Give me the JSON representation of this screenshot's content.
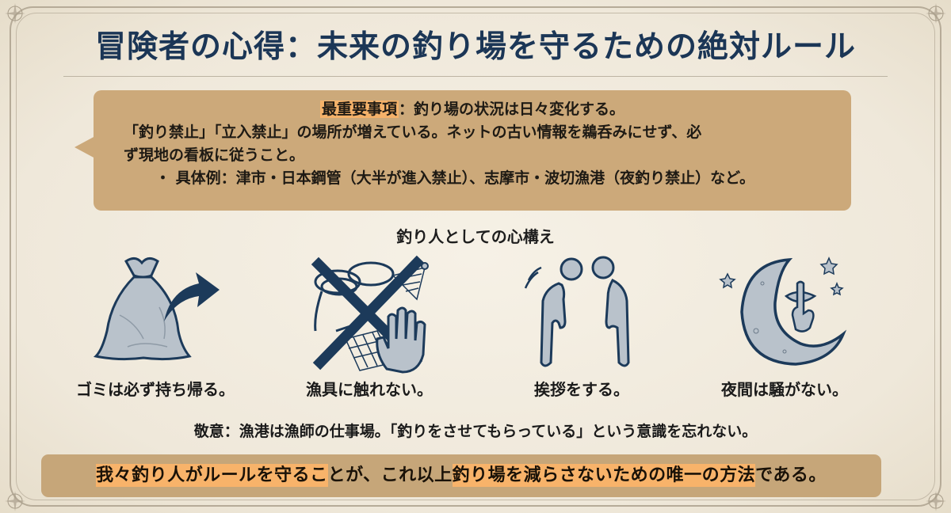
{
  "title": "冒険者の心得：未来の釣り場を守るための絶対ルール",
  "callout": {
    "headline_highlight": "最重要事項",
    "headline_rest": "：釣り場の状況は日々変化する。",
    "paragraph": "「釣り禁止」「立入禁止」の場所が増えている。ネットの古い情報を鵜呑みにせず、必ず現地の看板に従うこと。",
    "paragraph_line1": "「釣り禁止」「立入禁止」の場所が増えている。ネットの古い情報を鵜呑みにせず、必",
    "paragraph_line2": "ず現地の看板に従うこと。",
    "bullet": "・ 具体例：津市・日本鋼管（大半が進入禁止）、志摩市・波切漁港（夜釣り禁止）など。"
  },
  "section": {
    "heading": "釣り人としての心構え",
    "items": [
      {
        "icon": "trash-bag-icon",
        "label": "ゴミは必ず持ち帰る。"
      },
      {
        "icon": "no-touch-fishing-gear-icon",
        "label": "漁具に触れない。"
      },
      {
        "icon": "bowing-people-icon",
        "label": "挨拶をする。"
      },
      {
        "icon": "quiet-moon-icon",
        "label": "夜間は騒がない。"
      }
    ]
  },
  "respect": "敬意：漁港は漁師の仕事場。「釣りをさせてもらっている」という意識を忘れない。",
  "conclusion": {
    "part1_highlight": "我々釣り人がルールを守るこ",
    "part2": "とが、これ以上",
    "part3_highlight": "釣り場を減らさないための唯一の方法",
    "part4": "である。"
  },
  "colors": {
    "title": "#1b3656",
    "callout_bg": "#cca97a",
    "highlight": "#f5b26a",
    "icon_navy": "#1c3a5a",
    "icon_fill": "#b9c2cb",
    "background": "#f1ebdf"
  }
}
